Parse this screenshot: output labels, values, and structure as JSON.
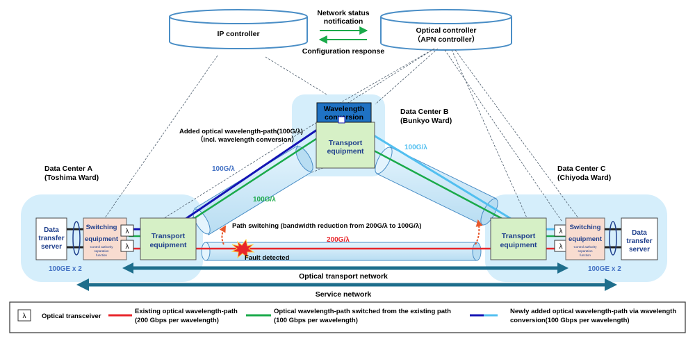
{
  "controllers": {
    "ip": "IP controller",
    "optical_line1": "Optical controller",
    "optical_line2": "（APN controller）",
    "status_line1": "Network status",
    "status_line2": "notification",
    "config_response": "Configuration response"
  },
  "datacenters": {
    "a_line1": "Data Center A",
    "a_line2": "(Toshima Ward)",
    "b_line1": "Data Center B",
    "b_line2": "(Bunkyo Ward)",
    "c_line1": "Data Center C",
    "c_line2": "(Chiyoda Ward)"
  },
  "equipment": {
    "transport_line1": "Transport",
    "transport_line2": "equipment",
    "wavelength_line1": "Wavelength",
    "wavelength_line2": "conversion",
    "switching_line1": "Switching",
    "switching_line2": "equipment",
    "control_line1": "Control authority",
    "control_line2": "separation",
    "control_line3": "function",
    "server_line1": "Data",
    "server_line2": "transfer",
    "server_line3": "server",
    "lambda": "λ"
  },
  "labels": {
    "added_line1": "Added optical wavelength-path(100G/λ)",
    "added_line2": "（incl. wavelength conversion）",
    "path_switching": "Path switching (bandwidth reduction from 200G/λ to 100G/λ)",
    "rate_100_left": "100G/λ",
    "rate_100_green": "100G/λ",
    "rate_100_right": "100G/λ",
    "rate_200": "200G/λ",
    "fault": "Fault detected",
    "ge_left": "100GE x 2",
    "ge_right": "100GE x 2",
    "optical_network": "Optical transport network",
    "service_network": "Service network"
  },
  "legend": {
    "transceiver": "Optical transceiver",
    "existing_line1": "Existing optical wavelength-path",
    "existing_line2": "(200 Gbps per wavelength)",
    "switched_line1": "Optical wavelength-path switched from the existing path",
    "switched_line2": "(100 Gbps per wavelength)",
    "new_line1": "Newly added optical wavelength-path via wavelength",
    "new_line2": "conversion(100 Gbps per wavelength)"
  },
  "colors": {
    "red": "#e8262b",
    "green": "#1aaa4a",
    "dark_blue": "#1414b4",
    "light_blue": "#52bff0",
    "teal": "#1e6e8c"
  }
}
